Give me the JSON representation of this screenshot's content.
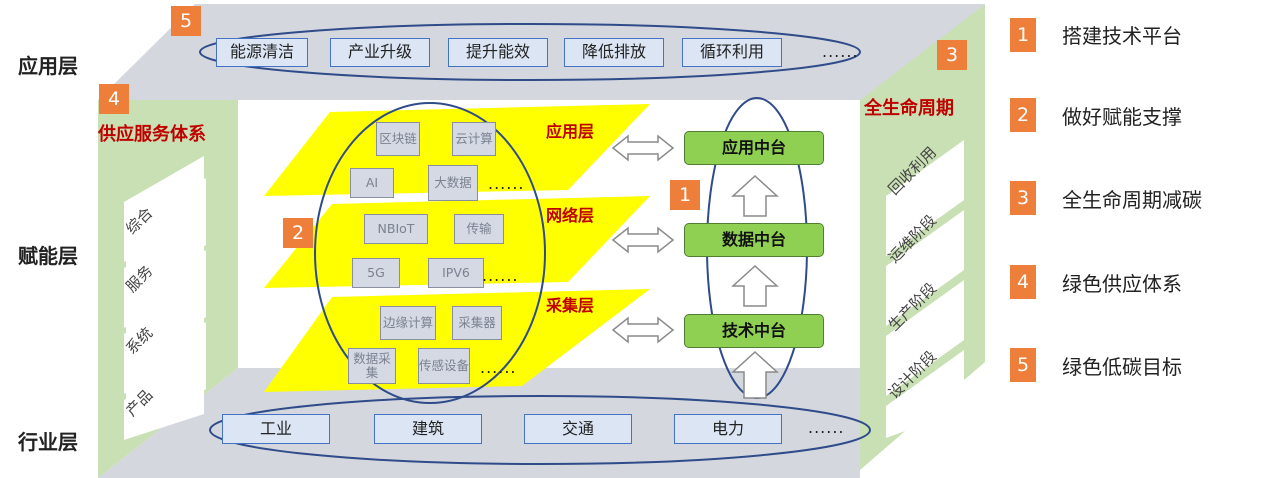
{
  "layers": {
    "application": "应用层",
    "enabling": "赋能层",
    "industry": "行业层"
  },
  "top_targets": [
    "能源清洁",
    "产业升级",
    "提升能效",
    "降低排放",
    "循环利用"
  ],
  "top_more": "......",
  "left_panel": {
    "title": "供应服务体系",
    "items": [
      "综合",
      "服务",
      "系统",
      "产品"
    ]
  },
  "right_panel": {
    "title": "全生命周期",
    "items": [
      "回收利用",
      "运维阶段",
      "生产阶段",
      "设计阶段"
    ]
  },
  "tech_layers": {
    "app": "应用层",
    "network": "网络层",
    "collect": "采集层"
  },
  "tech_boxes": {
    "blockchain": "区块链",
    "cloud": "云计算",
    "ai": "AI",
    "bigdata": "大数据",
    "nbiot": "NBIoT",
    "transmit": "传输",
    "g5": "5G",
    "ipv6": "IPV6",
    "edge": "边缘计算",
    "collector": "采集器",
    "datacollect": "数据采集",
    "sensor": "传感设备",
    "more": "......"
  },
  "platforms": [
    "应用中台",
    "数据中台",
    "技术中台"
  ],
  "industries": [
    "工业",
    "建筑",
    "交通",
    "电力"
  ],
  "industry_more": "......",
  "badges": [
    "1",
    "2",
    "3",
    "4",
    "5"
  ],
  "legend": [
    {
      "num": "1",
      "text": "搭建技术平台"
    },
    {
      "num": "2",
      "text": "做好赋能支撑"
    },
    {
      "num": "3",
      "text": "全生命周期减碳"
    },
    {
      "num": "4",
      "text": "绿色供应体系"
    },
    {
      "num": "5",
      "text": "绿色低碳目标"
    }
  ],
  "colors": {
    "badge": "#ee7f3b",
    "red": "#c00000",
    "green": "#8fcf52",
    "blue": "#4472c4"
  }
}
